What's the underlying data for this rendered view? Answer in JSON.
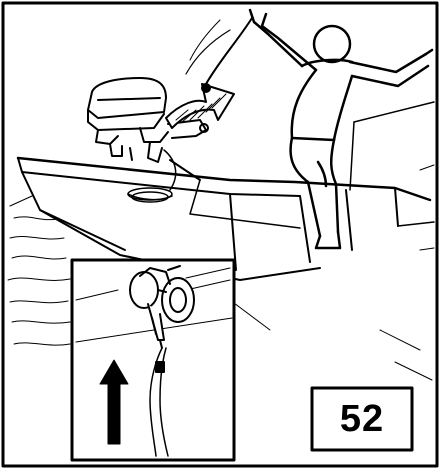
{
  "page_number": "52",
  "colors": {
    "line": "#000000",
    "background": "#ffffff"
  },
  "illustration": {
    "main_scene": "person-pulling-outboard-motor-cord-in-boat",
    "inset": "kill-switch-lanyard-detail"
  },
  "icons": [
    "outboard-motor-icon",
    "person-icon",
    "pull-arrow-icon",
    "kill-switch-icon",
    "up-arrow-icon"
  ]
}
